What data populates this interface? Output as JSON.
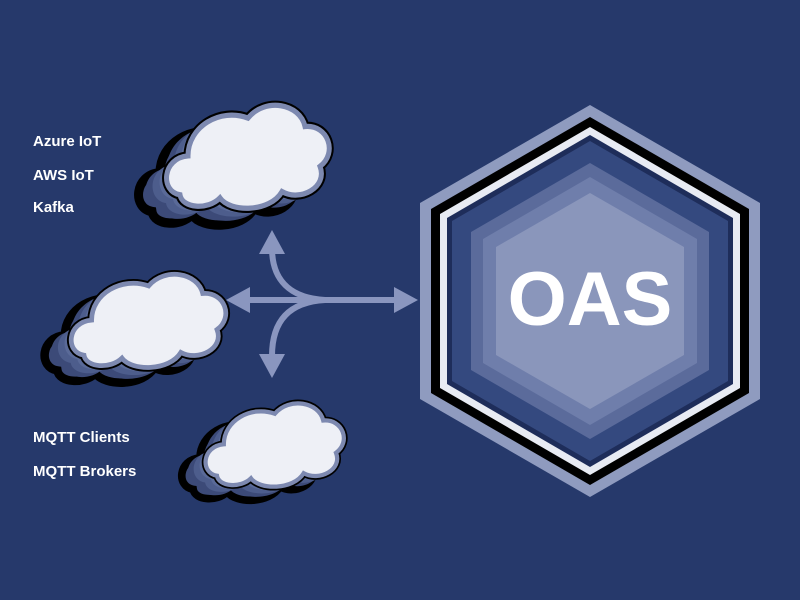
{
  "top_group": {
    "items": [
      "Azure IoT",
      "AWS IoT",
      "Kafka"
    ]
  },
  "bottom_group": {
    "items": [
      "MQTT Clients",
      "MQTT Brokers"
    ]
  },
  "hub": {
    "label": "OAS"
  },
  "colors": {
    "background": "#26396b",
    "arrow": "#8a96bf",
    "cloud_face": "#eef0f6",
    "hex_inner": "#8a96bb"
  }
}
